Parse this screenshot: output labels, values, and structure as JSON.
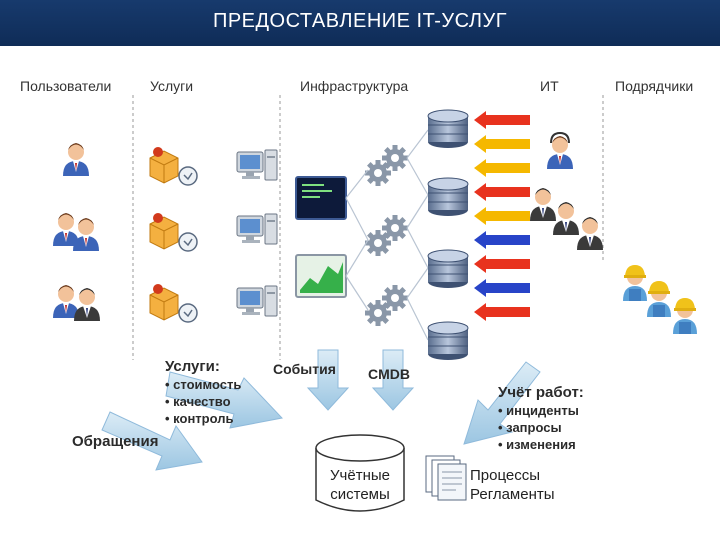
{
  "title": "ПРЕДОСТАВЛЕНИЕ IT-УСЛУГ",
  "columns": {
    "users": "Пользователи",
    "services": "Услуги",
    "infrastructure": "Инфраструктура",
    "it": "ИТ",
    "contractors": "Подрядчики"
  },
  "services_block": {
    "heading": "Услуги:",
    "items": [
      "• стоимость",
      "• качество",
      "• контроль"
    ]
  },
  "events_label": "События",
  "cmdb_label": "CMDB",
  "work_block": {
    "heading": "Учёт работ:",
    "items": [
      "• инциденты",
      "• запросы",
      "• изменения"
    ]
  },
  "requests_label": "Обращения",
  "accounting": {
    "line1": "Учётные",
    "line2": "системы"
  },
  "processes": {
    "line1": "Процессы",
    "line2": "Регламенты"
  },
  "arrow_colors": [
    "#e8321e",
    "#f5b800",
    "#f5b800",
    "#e8321e",
    "#f5b800",
    "#2844c8",
    "#e8321e",
    "#2844c8",
    "#e8321e"
  ]
}
